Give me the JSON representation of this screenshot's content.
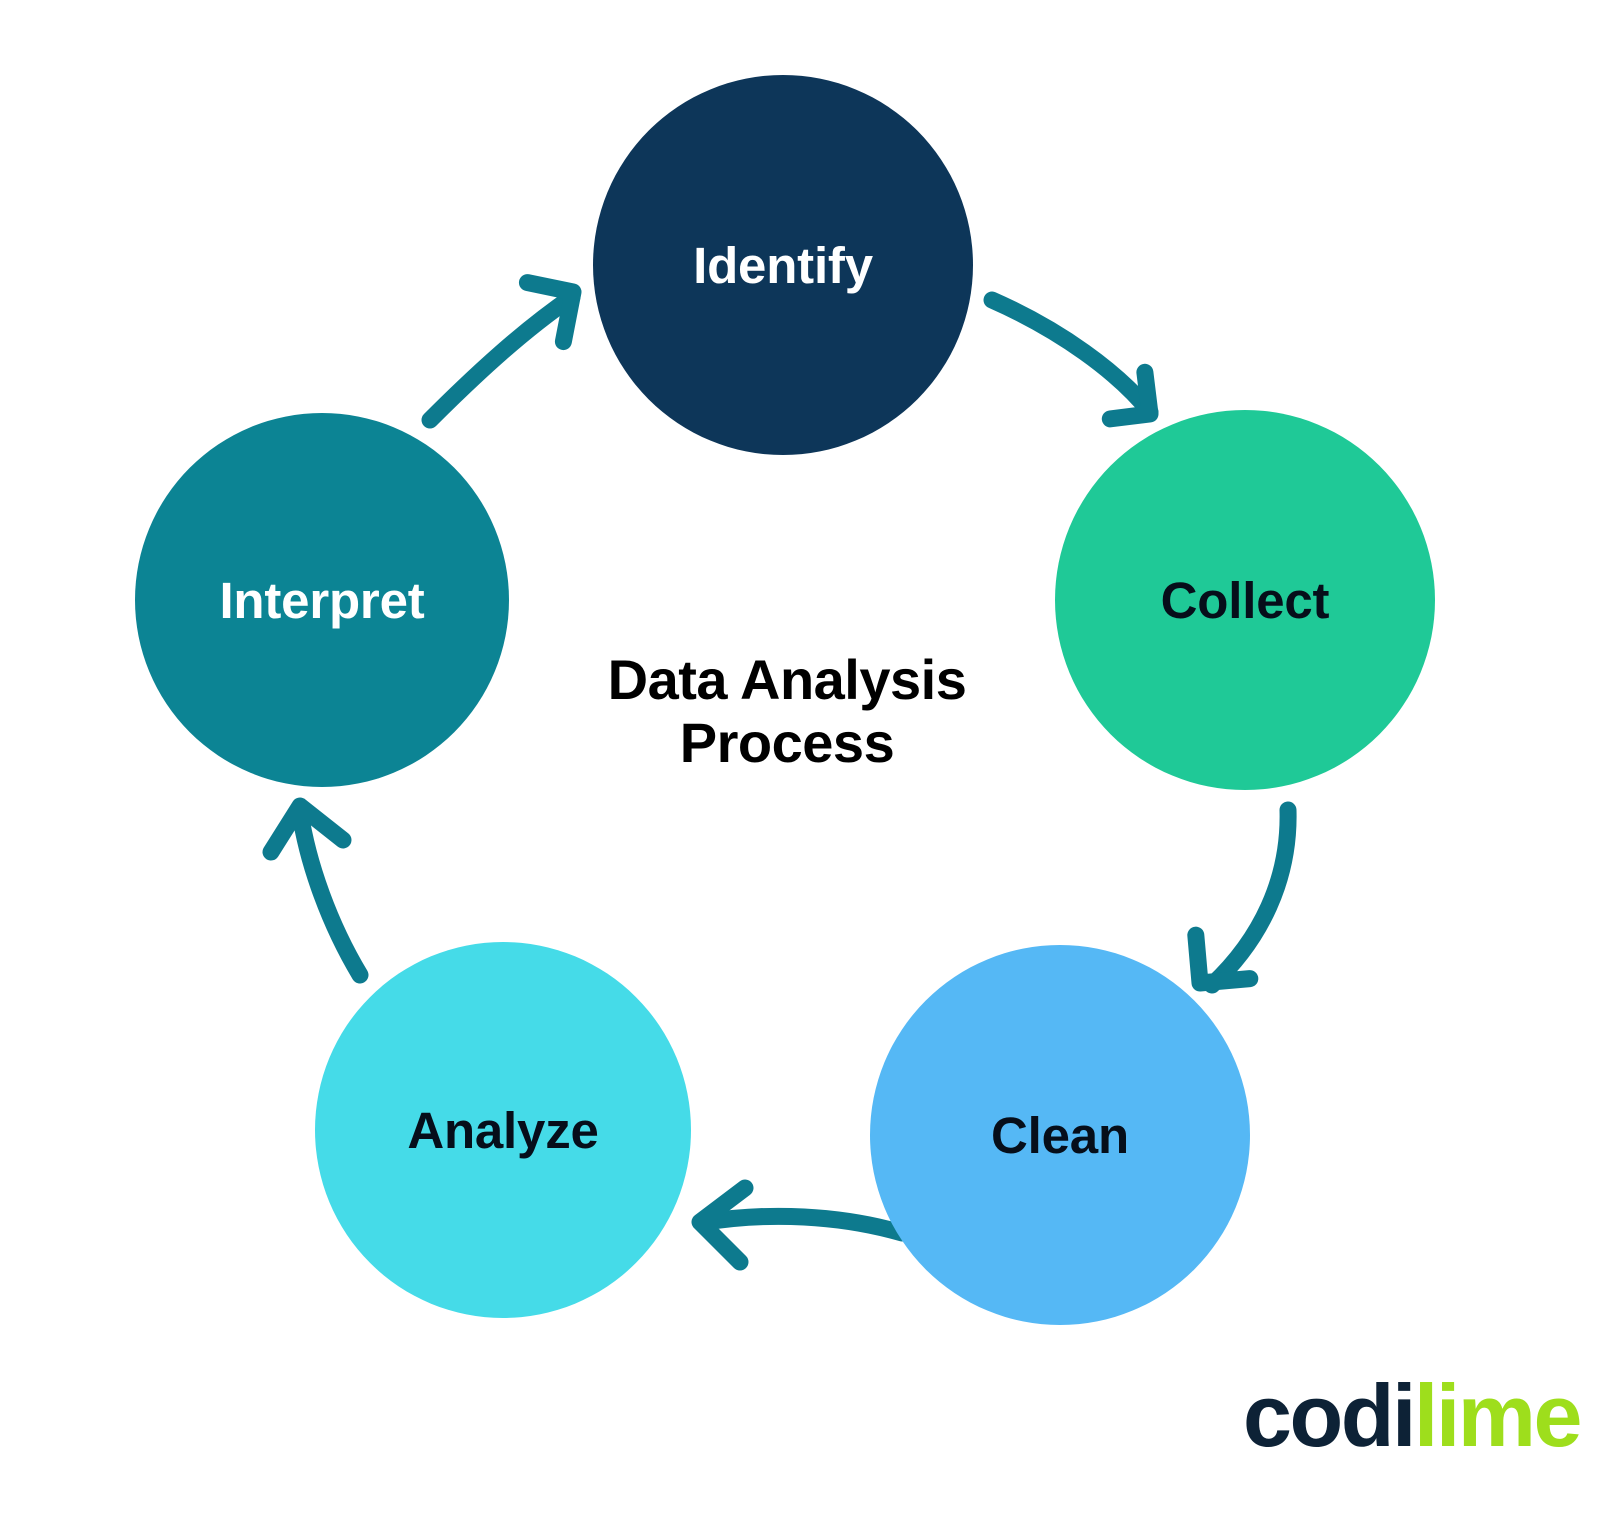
{
  "title": {
    "line1": "Data Analysis",
    "line2": "Process"
  },
  "brand": {
    "part1": "codi",
    "part2": "lime"
  },
  "colors": {
    "background": "#ffffff",
    "arrow": "#0d7a8e",
    "title_text": "#000000",
    "brand_dark": "#0d2236",
    "brand_lime": "#9ede1c"
  },
  "nodes": [
    {
      "id": "identify",
      "label": "Identify",
      "fill": "#0d3659",
      "text_color": "#ffffff",
      "order": 1
    },
    {
      "id": "collect",
      "label": "Collect",
      "fill": "#1fc997",
      "text_color": "#060e1a",
      "order": 2
    },
    {
      "id": "clean",
      "label": "Clean",
      "fill": "#55b8f5",
      "text_color": "#060e1a",
      "order": 3
    },
    {
      "id": "analyze",
      "label": "Analyze",
      "fill": "#45dbe8",
      "text_color": "#060e1a",
      "order": 4
    },
    {
      "id": "interpret",
      "label": "Interpret",
      "fill": "#0c8494",
      "text_color": "#ffffff",
      "order": 5
    }
  ],
  "arrows": [
    {
      "id": "identify-to-collect",
      "from": "Identify",
      "to": "Collect"
    },
    {
      "id": "collect-to-clean",
      "from": "Collect",
      "to": "Clean"
    },
    {
      "id": "clean-to-analyze",
      "from": "Clean",
      "to": "Analyze"
    },
    {
      "id": "analyze-to-interpret",
      "from": "Analyze",
      "to": "Interpret"
    },
    {
      "id": "interpret-to-identify",
      "from": "Interpret",
      "to": "Identify"
    }
  ],
  "chart_data": {
    "type": "diagram",
    "diagram_kind": "cycle",
    "title": "Data Analysis Process",
    "node_count": 5,
    "direction": "clockwise",
    "steps": [
      "Identify",
      "Collect",
      "Clean",
      "Analyze",
      "Interpret"
    ],
    "edges": [
      [
        "Identify",
        "Collect"
      ],
      [
        "Collect",
        "Clean"
      ],
      [
        "Clean",
        "Analyze"
      ],
      [
        "Analyze",
        "Interpret"
      ],
      [
        "Interpret",
        "Identify"
      ]
    ]
  }
}
